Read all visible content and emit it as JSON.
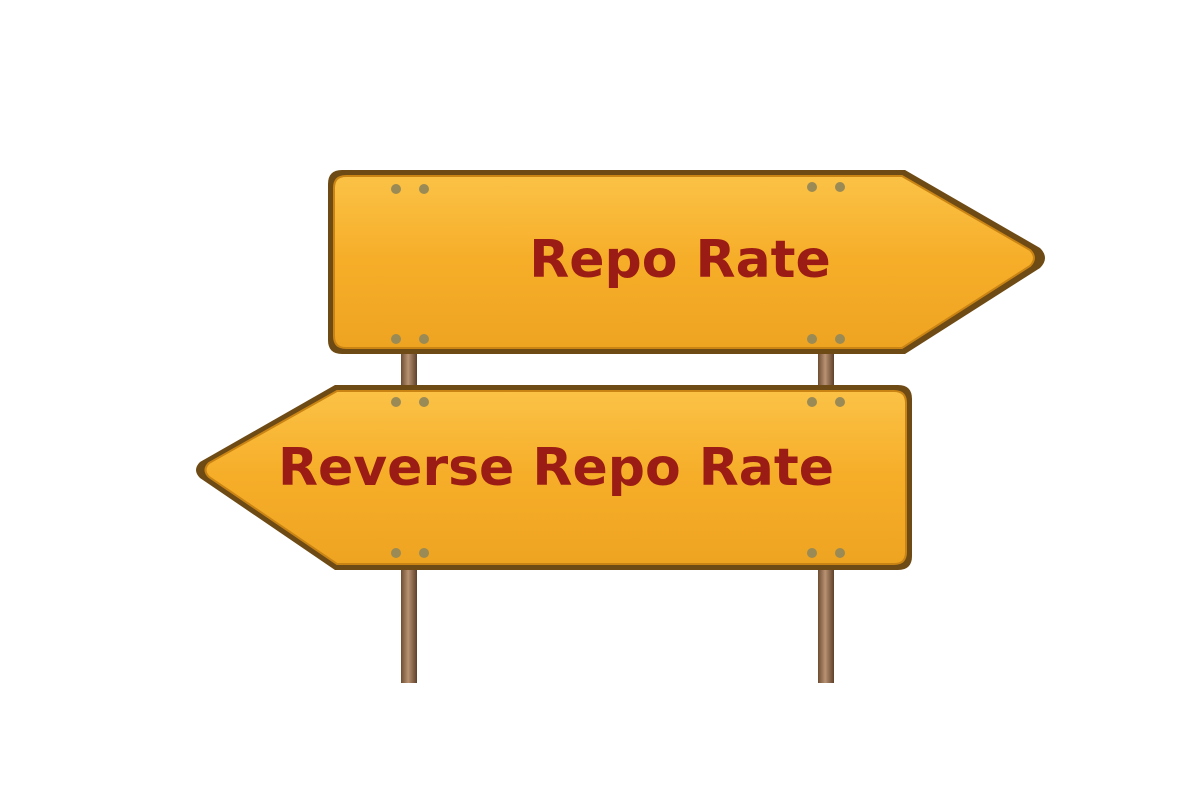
{
  "signs": {
    "top": {
      "label": "Repo Rate",
      "direction": "right"
    },
    "bottom": {
      "label": "Reverse Repo Rate",
      "direction": "left"
    }
  },
  "colors": {
    "sign_fill": "#f7b12f",
    "sign_border": "#6e4a14",
    "text": "#9b1c14",
    "post": "#8a6a4c",
    "background": "#ffffff"
  }
}
